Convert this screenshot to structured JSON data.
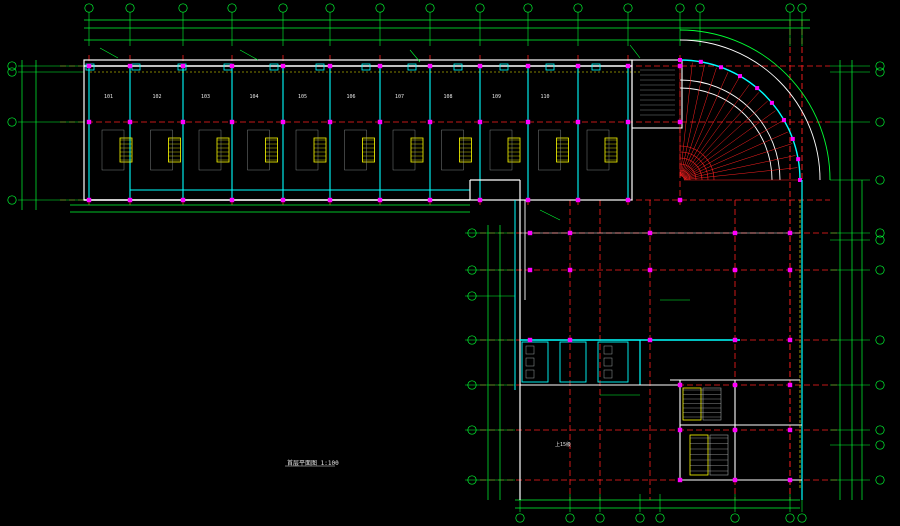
{
  "drawing": {
    "title": "首层平面图",
    "scale": "1:100",
    "stair_note": "上15级",
    "room_codes": [
      "101",
      "102",
      "103",
      "104",
      "105",
      "106",
      "107",
      "108",
      "109",
      "110"
    ],
    "colors": {
      "background": "#000000",
      "axis_line": "#ff2020",
      "wall": "#ffffff",
      "wall_alt": "#00ffff",
      "dimension": "#00ff33",
      "column": "#ff00ff",
      "stair": "#ffff00",
      "annotation": "#e8e8e8"
    }
  }
}
